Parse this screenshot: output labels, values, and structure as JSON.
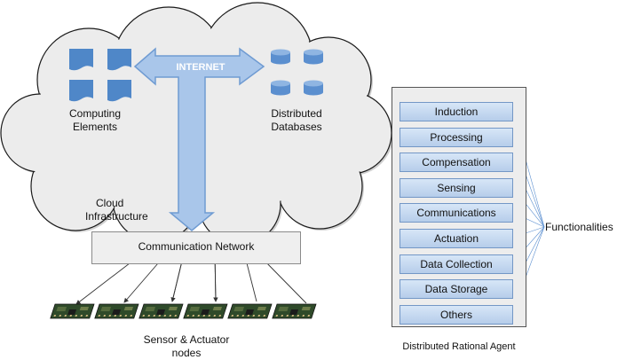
{
  "cloud": {
    "internet_label": "INTERNET",
    "computing_label_line1": "Computing",
    "computing_label_line2": "Elements",
    "databases_label_line1": "Distributed",
    "databases_label_line2": "Databases",
    "cloud_label_line1": "Cloud",
    "cloud_label_line2": "Infrastructure"
  },
  "network": {
    "label": "Communication Network"
  },
  "nodes": {
    "count": 6,
    "label_line1": "Sensor & Actuator",
    "label_line2": "nodes"
  },
  "agent": {
    "title": "Distributed Rational Agent",
    "functions": [
      "Induction",
      "Processing",
      "Compensation",
      "Sensing",
      "Communications",
      "Actuation",
      "Data Collection",
      "Data Storage",
      "Others"
    ],
    "functionalities_label": "Functionalities"
  },
  "colors": {
    "arrow_fill": "#a9c6ea",
    "arrow_stroke": "#6f9bd2",
    "doc_icon": "#4f87c8",
    "db_icon": "#5b8fcf",
    "func_box_fill": "#c5d9f1",
    "connector": "#5b8fd0",
    "chip": "#2f4a2a"
  }
}
